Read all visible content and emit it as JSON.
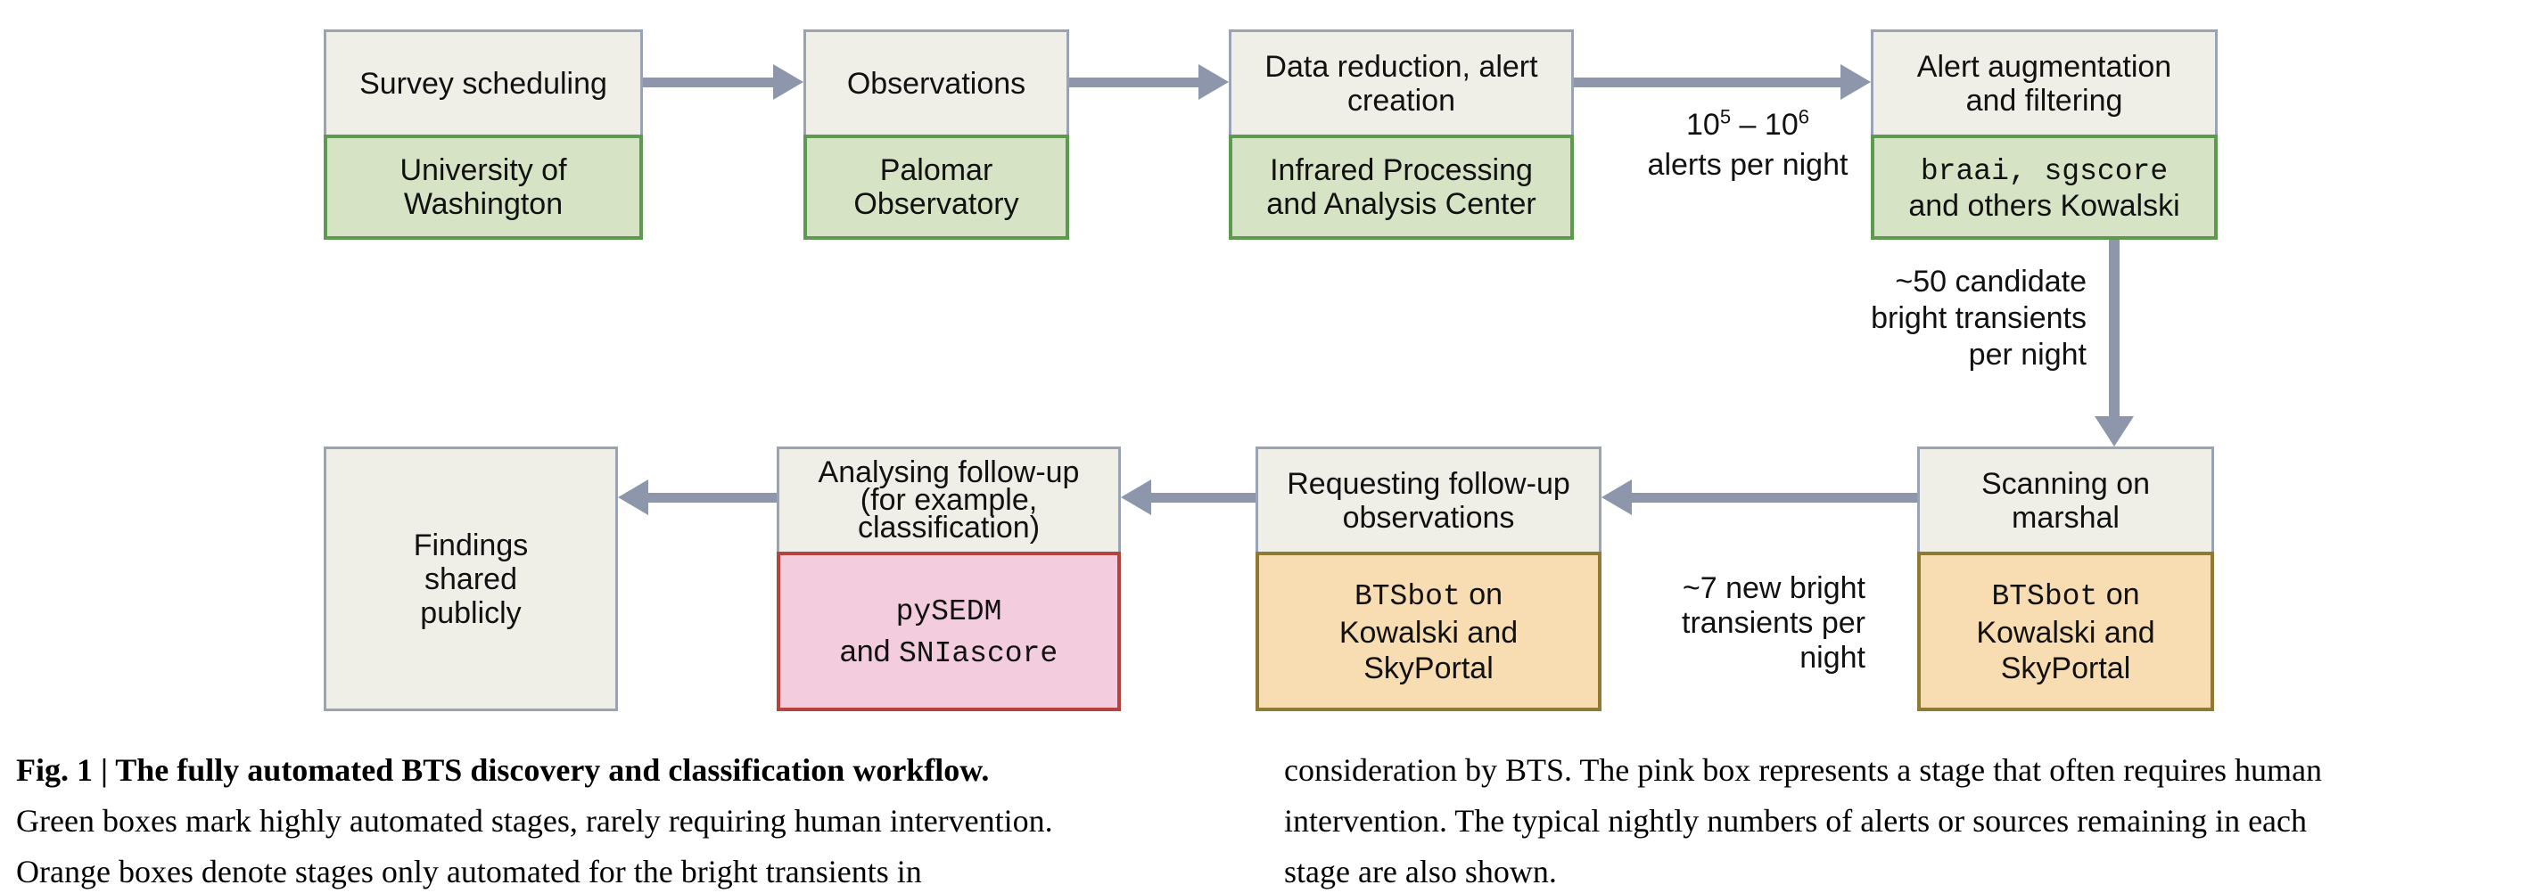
{
  "colors": {
    "beige_fill": "#f0efe7",
    "gray_border": "#9aa3b4",
    "green_fill": "#d6e4c5",
    "green_border": "#5e9952",
    "orange_fill": "#f8dcb2",
    "orange_border": "#8f7a33",
    "pink_fill": "#f3cddd",
    "pink_border": "#b4433f",
    "arrow": "#8d96aa",
    "text": "#111111"
  },
  "boxes": {
    "survey": {
      "stage": "Survey scheduling",
      "entity_line1": "University of",
      "entity_line2": "Washington"
    },
    "observations": {
      "stage": "Observations",
      "entity_line1": "Palomar",
      "entity_line2": "Observatory"
    },
    "data_reduction": {
      "stage_line1": "Data reduction, alert",
      "stage_line2": "creation",
      "entity_line1": "Infrared Processing",
      "entity_line2": "and Analysis Center"
    },
    "alert_augmentation": {
      "stage_line1": "Alert augmentation",
      "stage_line2": "and filtering",
      "tools_mono": "braai, sgscore",
      "tools_plain": "and others Kowalski"
    },
    "scanning": {
      "stage_line1": "Scanning on",
      "stage_line2": "marshal",
      "tool_mono": "BTSbot",
      "tool_plain": " on",
      "tool_line2": "Kowalski and",
      "tool_line3": "SkyPortal"
    },
    "requesting": {
      "stage_line1": "Requesting follow-up",
      "stage_line2": "observations",
      "tool_mono": "BTSbot",
      "tool_plain": " on",
      "tool_line2": "Kowalski and",
      "tool_line3": "SkyPortal"
    },
    "analysing": {
      "stage_line1": "Analysing follow-up",
      "stage_line2": "(for example,",
      "stage_line3": "classification)",
      "tool_mono1": "pySEDM",
      "tool_plain": "and ",
      "tool_mono2": "SNIascore"
    },
    "findings": {
      "line1": "Findings",
      "line2": "shared",
      "line3": "publicly"
    }
  },
  "annotations": {
    "alerts_per_night": {
      "base": "10",
      "exp_low": "5",
      "separator": " – ",
      "exp_high": "6",
      "line2": "alerts per night"
    },
    "candidates": {
      "line1": "~50 candidate",
      "line2": "bright transients",
      "line3": "per night"
    },
    "new_transients": {
      "line1": "~7 new bright",
      "line2": "transients per",
      "line3": "night"
    }
  },
  "caption": {
    "left": {
      "title": "Fig. 1 | The fully automated BTS discovery and classification workflow.",
      "line2": "Green boxes mark highly automated stages, rarely requiring human intervention.",
      "line3": "Orange boxes denote stages only automated for the bright transients in"
    },
    "right": {
      "line1": "consideration by BTS. The pink box represents a stage that often requires human",
      "line2": "intervention. The typical nightly numbers of alerts or sources remaining in each",
      "line3": "stage are also shown."
    }
  }
}
